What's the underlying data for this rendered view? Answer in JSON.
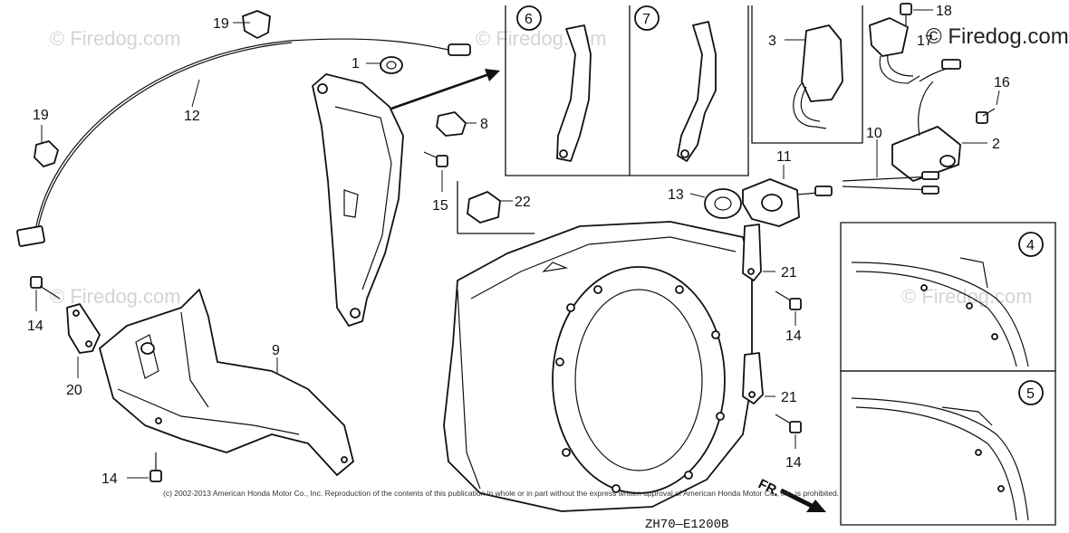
{
  "watermarks": {
    "light": "© Firedog.com",
    "dark": "© Firedog.com"
  },
  "callouts": {
    "c1": "1",
    "c2": "2",
    "c3": "3",
    "c8": "8",
    "c9": "9",
    "c10": "10",
    "c11": "11",
    "c12": "12",
    "c13": "13",
    "c14a": "14",
    "c14b": "14",
    "c14c": "14",
    "c14d": "14",
    "c15": "15",
    "c16": "16",
    "c17": "17",
    "c18": "18",
    "c19a": "19",
    "c19b": "19",
    "c20": "20",
    "c21a": "21",
    "c21b": "21",
    "c22": "22"
  },
  "detail_views": {
    "d4": "4",
    "d5": "5",
    "d6": "6",
    "d7": "7"
  },
  "copyright": "(c) 2002-2013 American Honda Motor Co., Inc. Reproduction of the contents of this publication in whole or in part without the express written approval of American Honda Motor Co., Inc. is prohibited.",
  "diagram_code": "ZH70—E1200B",
  "direction_label": "FR."
}
